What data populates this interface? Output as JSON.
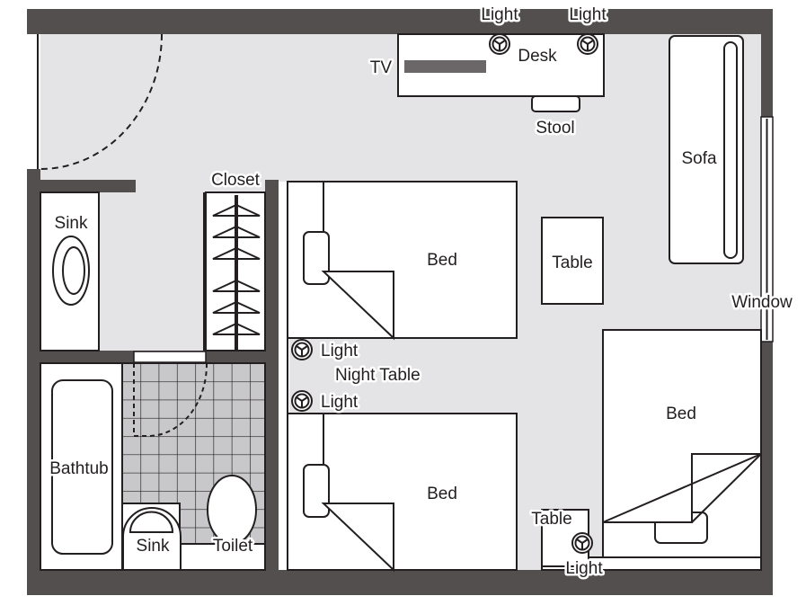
{
  "title": "Hotel room floor plan",
  "labels": {
    "light_desk_left": "Light",
    "light_desk_right": "Light",
    "tv": "TV",
    "desk": "Desk",
    "stool": "Stool",
    "sofa": "Sofa",
    "closet": "Closet",
    "sink_vanity": "Sink",
    "bed_upper": "Bed",
    "table_center": "Table",
    "window": "Window",
    "light_night_upper": "Light",
    "night_table": "Night Table",
    "light_night_lower": "Light",
    "bed_right": "Bed",
    "bathtub": "Bathtub",
    "bed_lower": "Bed",
    "table_small": "Table",
    "sink_bath": "Sink",
    "toilet": "Toilet",
    "light_table": "Light"
  },
  "colors": {
    "wall": "#534f4f",
    "floor": "#e4e4e6",
    "tile": "#c8c8ca",
    "furniture": "#ffffff",
    "line": "#231f20"
  }
}
